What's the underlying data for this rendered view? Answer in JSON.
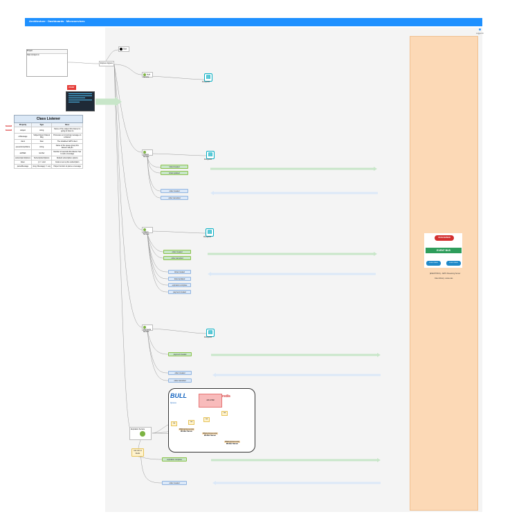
{
  "header": {
    "title": "Architecture · Dashboards · Microservices"
  },
  "user": {
    "label": "Logged in"
  },
  "browser": {
    "tab": "Project",
    "url": "https://project.io"
  },
  "post_badge": "POST",
  "class_table": {
    "title": "Class Listener",
    "headers": [
      "Property",
      "Type",
      "Desc"
    ],
    "rows": [
      [
        "subject",
        "string",
        "Name of the subject this listener is going to listen to"
      ],
      [
        "onMessage",
        "Subject Event Data & Msg",
        "Processes an incoming message on a listener"
      ],
      [
        "client",
        "Stan",
        "The initialized NATS client"
      ],
      [
        "queueGroupName",
        "string",
        "Name of the queue group this listener will join"
      ],
      [
        "ackWait",
        "number",
        "Number of seconds this listener has to ack a message"
      ],
      [
        "subscriptionOptions",
        "SubscriptionOptions",
        "Default subscription options"
      ],
      [
        "listen",
        "() => void",
        "Code to set up the subscription"
      ],
      [
        "parseMessage",
        "(msg: Message) => any",
        "Helper function to parse a message"
      ]
    ],
    "tags": [
      "abstract",
      "abstract"
    ]
  },
  "nodes": {
    "start": "Start",
    "gateway": "Express Ingress",
    "auth": "Auth Service",
    "tickets": "Tickets Service",
    "orders": "Orders Service",
    "payments": "Payments Service",
    "expiration": "Expiration Service"
  },
  "db_label": "MongoDB",
  "tickets_events": {
    "publish": [
      "ticket:created",
      "ticket:updated"
    ],
    "listen": [
      "order:created",
      "order:cancelled"
    ]
  },
  "orders_events": {
    "publish": [
      "order:created",
      "order:cancelled"
    ],
    "listen": [
      "ticket:created",
      "ticket:updated",
      "expiration:complete",
      "payment:created"
    ]
  },
  "payments_events": {
    "publish": [
      "payment:created"
    ],
    "listen": [
      "order:created",
      "order:cancelled"
    ]
  },
  "expiration_events": {
    "publish": [
      "expiration:complete"
    ],
    "listen": [
      "order:created"
    ]
  },
  "bull": {
    "logo": "BULL",
    "sub": "Queue",
    "job": "Job in Bull",
    "redis": "redis",
    "steps": [
      "Job",
      "Job",
      "Job",
      "Job"
    ],
    "workers": [
      {
        "label": "Waiting/processing",
        "title": "Worker Server"
      },
      {
        "label": "Waiting/processing",
        "title": "Worker Server"
      },
      {
        "label": "Waiting/processing",
        "title": "Worker Server"
      }
    ]
  },
  "expiration_note": "Ask Job to Redis",
  "nats": {
    "producer": "STAN SERVER",
    "topic": "EVENT BUS",
    "consumers": [
      "SUBSCRIBER",
      "SUBSCRIBER"
    ],
    "caption1": "[EVENT BUS] - NATS Streaming Server",
    "caption2": "Client library: node-nats"
  },
  "colors": {
    "topbar": "#1e90ff",
    "event_publish": "#c8e6c9",
    "event_listen": "#dbe8f8",
    "panel": "#fcd9b6"
  }
}
